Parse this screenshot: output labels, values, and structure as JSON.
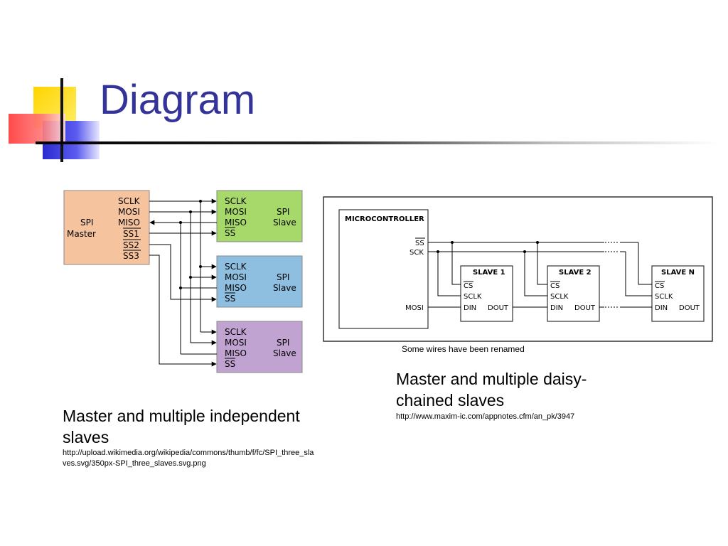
{
  "slide": {
    "title": "Diagram"
  },
  "left_diagram": {
    "master": {
      "name_line1": "SPI",
      "name_line2": "Master",
      "pins": [
        "SCLK",
        "MOSI",
        "MISO",
        "SS1",
        "SS2",
        "SS3"
      ]
    },
    "slaves": [
      {
        "pins": [
          "SCLK",
          "MOSI",
          "MISO",
          "SS"
        ],
        "name_line1": "SPI",
        "name_line2": "Slave",
        "color": "#a6d96a"
      },
      {
        "pins": [
          "SCLK",
          "MOSI",
          "MISO",
          "SS"
        ],
        "name_line1": "SPI",
        "name_line2": "Slave",
        "color": "#8fbfe0"
      },
      {
        "pins": [
          "SCLK",
          "MOSI",
          "MISO",
          "SS"
        ],
        "name_line1": "SPI",
        "name_line2": "Slave",
        "color": "#c0a3d0"
      }
    ],
    "master_color": "#f6c39f",
    "caption": "Master and multiple independent slaves",
    "url_line1": "http://upload.wikimedia.org/wikipedia/commons/thumb/f/fc/SPI_three_sla",
    "url_line2": "ves.svg/350px-SPI_three_slaves.svg.png"
  },
  "right_diagram": {
    "controller": {
      "label": "MICROCONTROLLER",
      "pins": [
        "SS",
        "SCK",
        "MOSI"
      ]
    },
    "slaves": [
      {
        "label": "SLAVE 1",
        "pins": [
          "CS",
          "SCLK",
          "DIN",
          "DOUT"
        ]
      },
      {
        "label": "SLAVE 2",
        "pins": [
          "CS",
          "SCLK",
          "DIN",
          "DOUT"
        ]
      },
      {
        "label": "SLAVE N",
        "pins": [
          "CS",
          "SCLK",
          "DIN",
          "DOUT"
        ]
      }
    ],
    "note": "Some wires have been renamed",
    "caption": "Master and multiple daisy-chained slaves",
    "url": "http://www.maxim-ic.com/appnotes.cfm/an_pk/3947"
  }
}
